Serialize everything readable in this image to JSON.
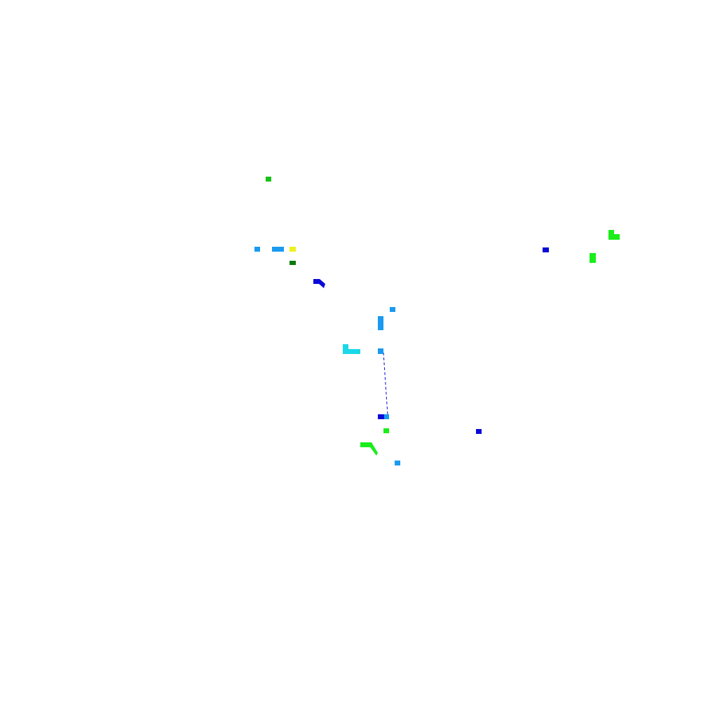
{
  "colors": {
    "background": "#ffffff",
    "light_blue": "#1a9af0",
    "cyan": "#1ad8e8",
    "blue": "#0a0ad8",
    "bright_green": "#1aee1a",
    "green": "#1ac01a",
    "dark_green": "#0a7a0a",
    "yellow": "#f0f01a"
  },
  "marks": [
    {
      "id": "mark-green-top",
      "color": "green",
      "shape": "square"
    },
    {
      "id": "mark-lightblue-left",
      "color": "light_blue",
      "shape": "square"
    },
    {
      "id": "mark-lightblue-bar",
      "color": "light_blue",
      "shape": "bar"
    },
    {
      "id": "mark-yellow",
      "color": "yellow",
      "shape": "square"
    },
    {
      "id": "mark-darkgreen",
      "color": "dark_green",
      "shape": "square"
    },
    {
      "id": "mark-blue-curve",
      "color": "blue",
      "shape": "hook"
    },
    {
      "id": "mark-lightblue-dot",
      "color": "light_blue",
      "shape": "square"
    },
    {
      "id": "mark-lightblue-vbar",
      "color": "light_blue",
      "shape": "bar"
    },
    {
      "id": "mark-cyan-l",
      "color": "cyan",
      "shape": "l-shape"
    },
    {
      "id": "mark-lightblue-center",
      "color": "light_blue",
      "shape": "square"
    },
    {
      "id": "mark-blue-bottom",
      "color": "blue",
      "shape": "square"
    },
    {
      "id": "mark-lightblue-bottom",
      "color": "light_blue",
      "shape": "square"
    },
    {
      "id": "mark-green-bottom",
      "color": "bright_green",
      "shape": "square"
    },
    {
      "id": "mark-green-hook",
      "color": "bright_green",
      "shape": "hook"
    },
    {
      "id": "mark-lightblue-lowest",
      "color": "light_blue",
      "shape": "square"
    },
    {
      "id": "mark-blue-right-low",
      "color": "blue",
      "shape": "square"
    },
    {
      "id": "mark-blue-right",
      "color": "blue",
      "shape": "square"
    },
    {
      "id": "mark-green-right-l",
      "color": "bright_green",
      "shape": "l-shape"
    },
    {
      "id": "mark-green-right-bar",
      "color": "bright_green",
      "shape": "bar"
    }
  ],
  "connectors": [
    {
      "id": "dashed-link",
      "color": "blue",
      "style": "dashed"
    }
  ]
}
